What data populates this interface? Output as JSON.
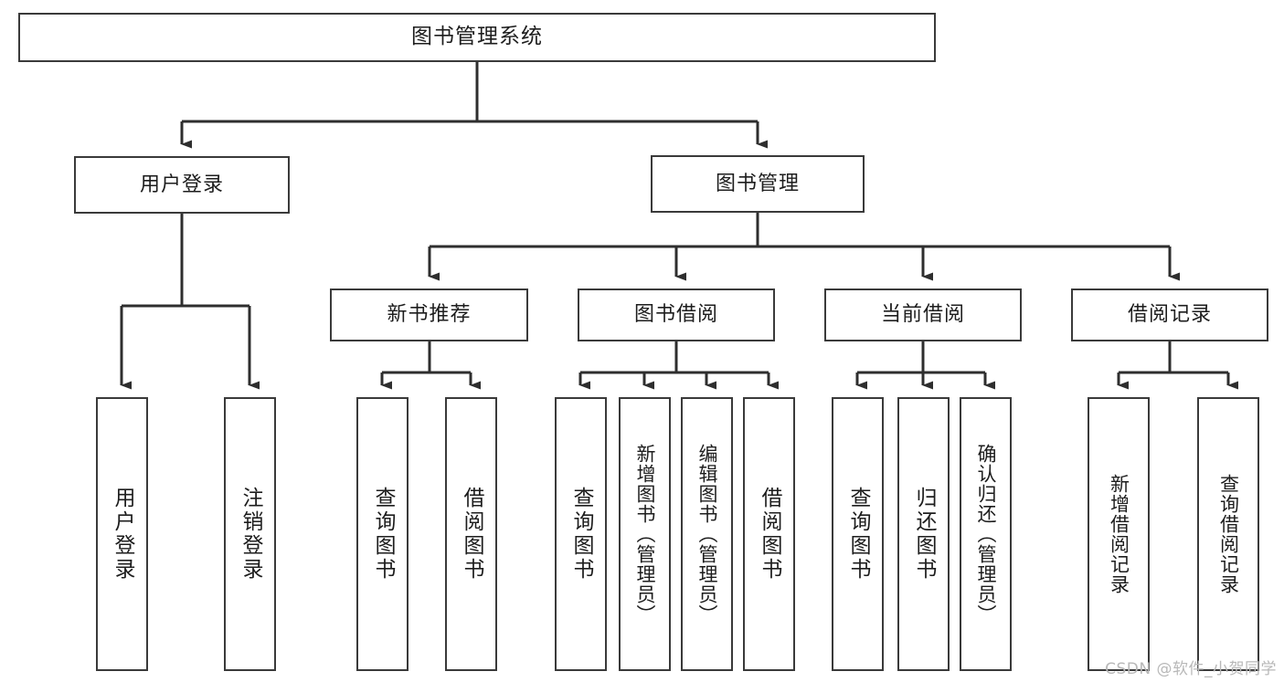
{
  "diagram": {
    "title": "图书管理系统",
    "type": "tree",
    "background_color": "#ffffff",
    "line_color": "#3a3a3a",
    "box_border_color": "#3a3a3a",
    "text_color": "#1d1d1d"
  },
  "root": {
    "label": "图书管理系统"
  },
  "level1": [
    {
      "label": "用户登录"
    },
    {
      "label": "图书管理"
    }
  ],
  "level2": [
    {
      "label": "新书推荐"
    },
    {
      "label": "图书借阅"
    },
    {
      "label": "当前借阅"
    },
    {
      "label": "借阅记录"
    }
  ],
  "leaves": {
    "user_login": [
      {
        "label": "用户登录"
      },
      {
        "label": "注销登录"
      }
    ],
    "new_book_recommend": [
      {
        "label": "查询图书"
      },
      {
        "label": "借阅图书"
      }
    ],
    "book_borrow": [
      {
        "label": "查询图书"
      },
      {
        "label": "新增图书（管理员）"
      },
      {
        "label": "编辑图书（管理员）"
      },
      {
        "label": "借阅图书"
      }
    ],
    "current_borrow": [
      {
        "label": "查询图书"
      },
      {
        "label": "归还图书"
      },
      {
        "label": "确认归还（管理员）"
      }
    ],
    "borrow_record": [
      {
        "label": "新增借阅记录"
      },
      {
        "label": "查询借阅记录"
      }
    ]
  },
  "watermark": {
    "text": "CSDN @软件_小贺同学"
  }
}
